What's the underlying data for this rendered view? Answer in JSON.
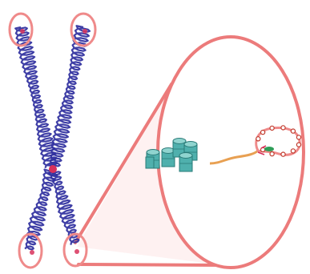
{
  "colors": {
    "background": "#ffffff",
    "chromatin": "#2f2f9e",
    "telomere_ring": "#ef8a8a",
    "telomere_fill": "#f7c9c9",
    "zoom_outline": "#ec7b7b",
    "zoom_fill": "#fde8e8",
    "centromere": "#d8315b",
    "histone": "#4fb0ad",
    "histone_dark": "#2a7b78",
    "linker_dna": "#e8a052",
    "t_loop": "#ef8a8a",
    "loop_dots": "#c0392b",
    "shelterin": "#2f9e58"
  },
  "diagram": {
    "subject": "chromosome-with-telomere-zoom",
    "telomere_count": 4,
    "nucleosome_count": 5,
    "t_loop_bead_count": 11
  }
}
